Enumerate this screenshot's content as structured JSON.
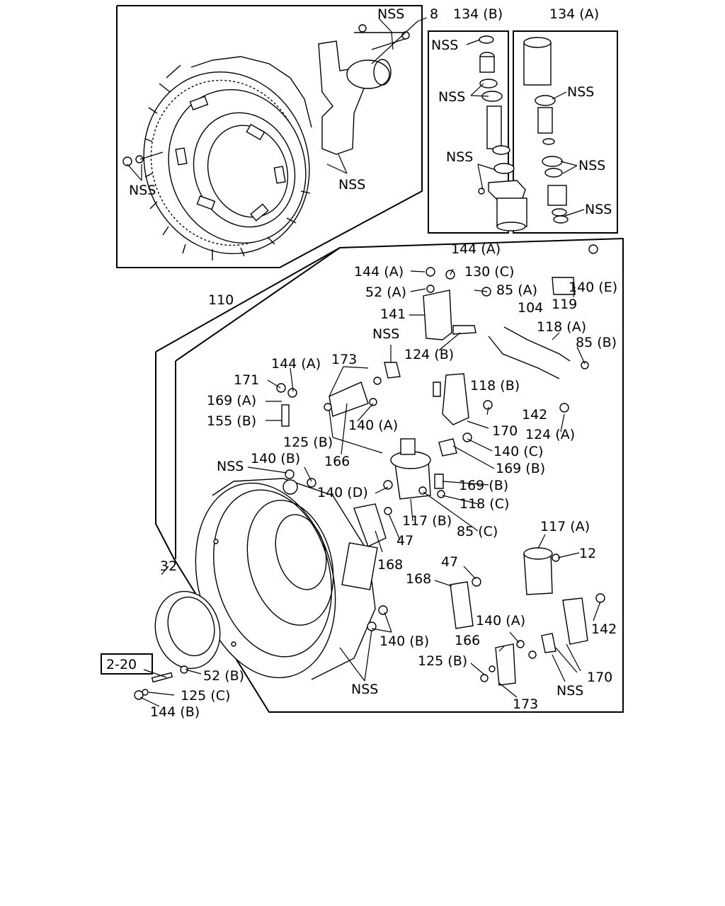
{
  "diagram": {
    "ref_box_label": "2-20",
    "labels": {
      "nss_top": "NSS",
      "p8": "8",
      "p134b": "134 (B)",
      "p134a": "134 (A)",
      "nss_b1": "NSS",
      "nss_b2": "NSS",
      "nss_b3": "NSS",
      "nss_a1": "NSS",
      "nss_a2": "NSS",
      "nss_a3": "NSS",
      "nss_gear_left": "NSS",
      "nss_gear_right": "NSS",
      "p110": "110",
      "p144a_1": "144 (A)",
      "p144a_2": "144 (A)",
      "p130c": "130 (C)",
      "p52a": "52 (A)",
      "p85a": "85 (A)",
      "p140e": "140 (E)",
      "p141": "141",
      "p104": "104",
      "p119": "119",
      "nss_mid": "NSS",
      "p118a": "118 (A)",
      "p124b": "124 (B)",
      "p85b": "85 (B)",
      "p144a_3": "144 (A)",
      "p173_1": "173",
      "p171": "171",
      "p118b": "118 (B)",
      "p169a": "169 (A)",
      "p142_1": "142",
      "p155b": "155 (B)",
      "p140a_1": "140 (A)",
      "p170_1": "170",
      "p124a": "124 (A)",
      "p125b_1": "125 (B)",
      "p140c": "140 (C)",
      "p166_1": "166",
      "p169b_1": "169 (B)",
      "nss_140b": "NSS",
      "p140b_1": "140 (B)",
      "p169b_2": "169 (B)",
      "p140d": "140 (D)",
      "p118c": "118 (C)",
      "p117b": "117 (B)",
      "p85c": "85 (C)",
      "p47_1": "47",
      "p117a": "117 (A)",
      "p168_1": "168",
      "p12": "12",
      "p32": "32",
      "p47_2": "47",
      "p168_2": "168",
      "p142_2": "142",
      "p140a_2": "140 (A)",
      "p140b_2": "140 (B)",
      "p166_2": "166",
      "p125b_2": "125 (B)",
      "p52b": "52 (B)",
      "p170_2": "170",
      "nss_bottom1": "NSS",
      "nss_bottom2": "NSS",
      "p125c": "125 (C)",
      "p173_2": "173",
      "p144b": "144 (B)"
    }
  }
}
